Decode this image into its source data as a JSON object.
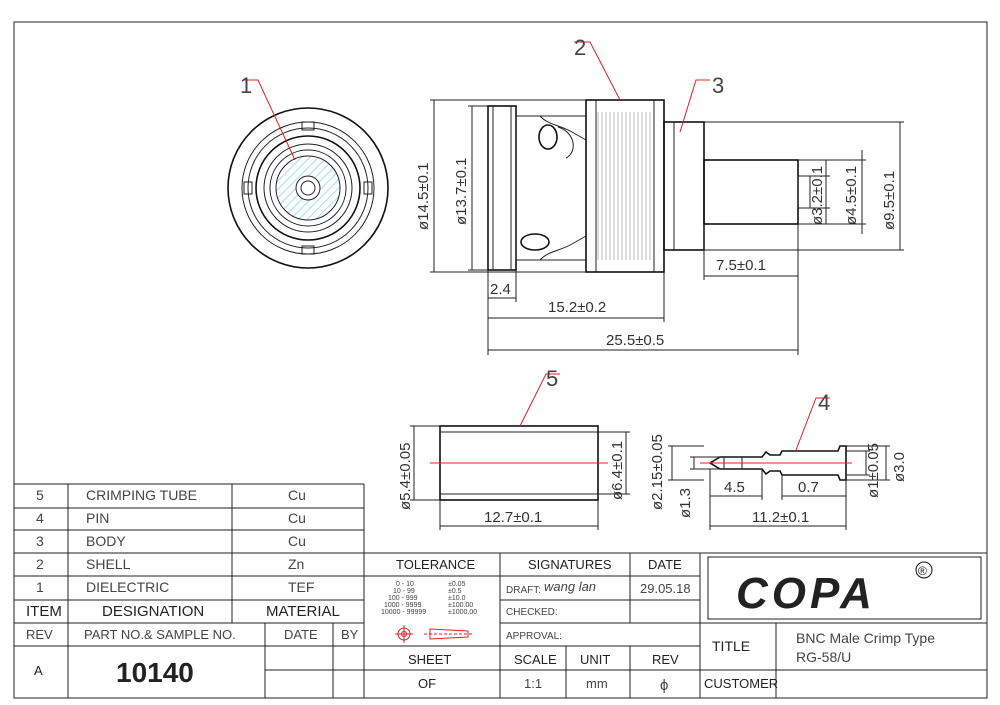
{
  "callouts": [
    "1",
    "2",
    "3",
    "4",
    "5"
  ],
  "dimensions": {
    "front_d1": "ø14.5±0.1",
    "front_d2": "ø13.7±0.1",
    "rear_d1": "ø3.2±0.1",
    "rear_d2": "ø4.5±0.1",
    "rear_d3": "ø9.5±0.1",
    "len_crimp": "7.5±0.1",
    "len_a": "2.4",
    "len_b": "15.2±0.2",
    "len_total": "25.5±0.5",
    "tube_d_in": "ø5.4±0.05",
    "tube_d_out": "ø6.4±0.1",
    "tube_len": "12.7±0.1",
    "pin_d1": "ø2.15±0.05",
    "pin_d2": "ø1.3",
    "pin_d3": "ø1±0.05",
    "pin_d4": "ø3.0",
    "pin_l1": "4.5",
    "pin_l2": "0.7",
    "pin_l3": "11.2±0.1"
  },
  "bom": {
    "rows": [
      {
        "item": "5",
        "designation": "CRIMPING TUBE",
        "material": "Cu"
      },
      {
        "item": "4",
        "designation": "PIN",
        "material": "Cu"
      },
      {
        "item": "3",
        "designation": "BODY",
        "material": "Cu"
      },
      {
        "item": "2",
        "designation": "SHELL",
        "material": "Zn"
      },
      {
        "item": "1",
        "designation": "DIELECTRIC",
        "material": "TEF"
      }
    ],
    "header": {
      "item": "ITEM",
      "designation": "DESIGNATION",
      "material": "MATERIAL"
    }
  },
  "rev_block": {
    "rev_label": "REV",
    "part_label": "PART NO.& SAMPLE NO.",
    "date_label": "DATE",
    "by_label": "BY",
    "rev_value": "A",
    "part_number": "10140"
  },
  "tolerance": {
    "label": "TOLERANCE",
    "ranges": [
      "0 - 10",
      "10 - 99",
      "100 - 999",
      "1000 - 9999",
      "10000 - 99999"
    ],
    "values": [
      "±0.05",
      "±0.5",
      "±10.0",
      "±100.00",
      "±1000.00"
    ]
  },
  "signatures": {
    "label": "SIGNATURES",
    "date_label": "DATE",
    "draft_label": "DRAFT:",
    "draft_name": "wang lan",
    "draft_date": "29.05.18",
    "checked_label": "CHECKED:",
    "approval_label": "APPROVAL:"
  },
  "sheet_block": {
    "sheet_label": "SHEET",
    "of_label": "OF",
    "scale_label": "SCALE",
    "scale_value": "1:1",
    "unit_label": "UNIT",
    "unit_value": "mm",
    "rev_label": "REV",
    "rev_value": "ϕ"
  },
  "title_block": {
    "logo_text": "COPA",
    "registered": "®",
    "title_label": "TITLE",
    "title_line1": "BNC Male Crimp Type",
    "title_line2": "RG-58/U",
    "customer_label": "CUSTOMER"
  },
  "colors": {
    "accent_red": "#e02020",
    "hatch_cyan": "#7fd3df",
    "line": "#222222"
  }
}
